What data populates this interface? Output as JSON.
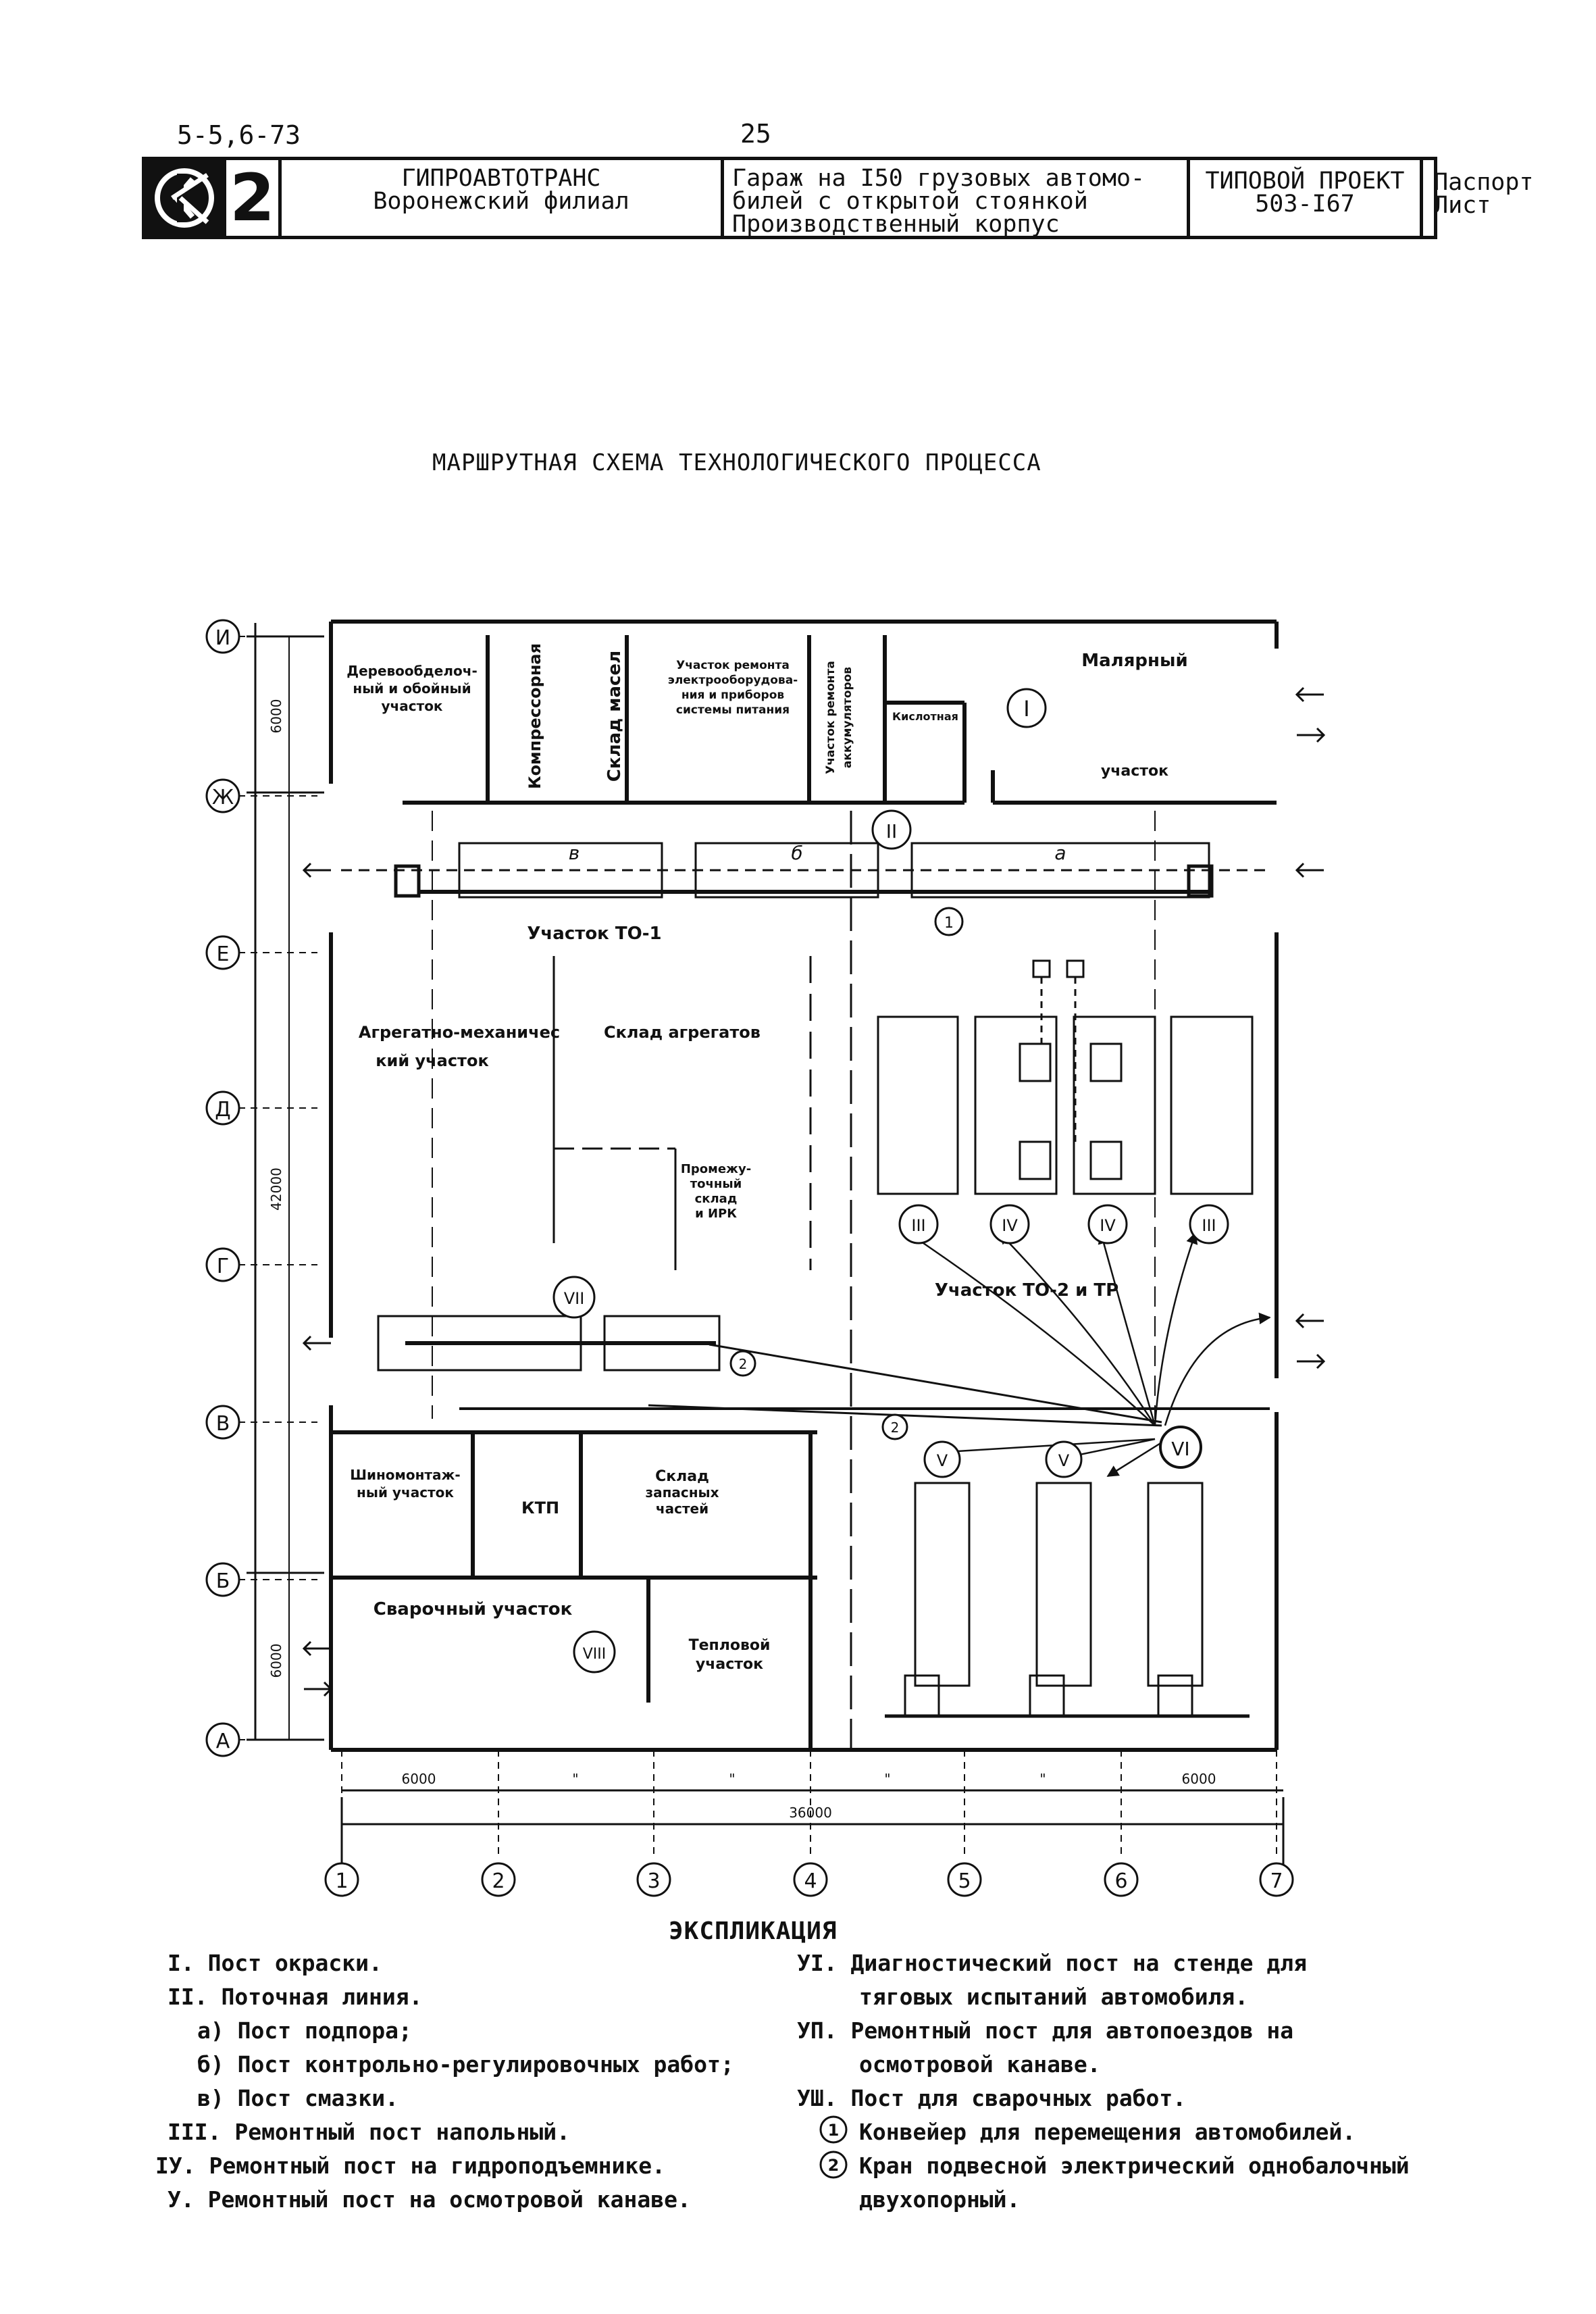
{
  "header": {
    "doc_code": "5-5,6-73",
    "page_number": "25",
    "logo_number": "2",
    "org_line1": "ГИПРОАВТОТРАНС",
    "org_line2": "Воронежский филиал",
    "project_line1": "Гараж на I50 грузовых автомо-",
    "project_line2": "билей с открытой стоянкой",
    "project_line3": "Производственный корпус",
    "type_line1": "ТИПОВОЙ ПРОЕКТ",
    "type_line2": "503-I67",
    "sheet_line1": "Паспорт",
    "sheet_line2": "Лист"
  },
  "diagram": {
    "title": "МАРШРУТНАЯ СХЕМА ТЕХНОЛОГИЧЕСКОГО ПРОЦЕССА",
    "row_axes": [
      "И",
      "Ж",
      "Е",
      "Д",
      "Г",
      "В",
      "Б",
      "А"
    ],
    "col_axes": [
      "1",
      "2",
      "3",
      "4",
      "5",
      "6",
      "7"
    ],
    "dimensions": {
      "top_bay": "6000",
      "bottom_bay": "6000",
      "middle": "42000",
      "first_span": "6000",
      "last_span": "6000",
      "ditto": "\"",
      "total": "36000"
    },
    "rooms": {
      "woodwork_1": "Деревообделоч-",
      "woodwork_2": "ный и обойный",
      "woodwork_3": "участок",
      "compressor": "Компрессорная",
      "oil_store": "Склад масел",
      "elec_1": "Участок ремонта",
      "elec_2": "электрооборудова-",
      "elec_3": "ния и приборов",
      "elec_4": "системы питания",
      "battery_1": "Участок ремонта",
      "battery_2": "аккумуляторов",
      "acid": "Кислотная",
      "paint_1": "Малярный",
      "paint_2": "участок",
      "to1": "Участок ТО-1",
      "agg_mech_1": "Агрегатно-механичес",
      "agg_mech_2": "кий участок",
      "agg_store": "Склад агрегатов",
      "inter_1": "Промежу-",
      "inter_2": "точный",
      "inter_3": "склад",
      "inter_4": "и ИРК",
      "to2": "Участок ТО-2 и ТР",
      "tire_1": "Шиномонтаж-",
      "tire_2": "ный участок",
      "ktp": "КТП",
      "parts_1": "Склад",
      "parts_2": "запасных",
      "parts_3": "частей",
      "welding": "Сварочный участок",
      "thermal_1": "Тепловой",
      "thermal_2": "участок"
    },
    "line_letters": [
      "в",
      "б",
      "а"
    ],
    "posts": {
      "p1": "I",
      "p2": "II",
      "p3": "III",
      "p4": "IV",
      "p5": "V",
      "p6": "VI",
      "p7": "VII",
      "p8": "VIII",
      "c1": "1",
      "c2": "2"
    }
  },
  "explication": {
    "title": "ЭКСПЛИКАЦИЯ",
    "items": [
      "I. Пост окраски.",
      "II. Поточная линия.",
      "а) Пост подпора;",
      "б) Пост контрольно-регулировочных работ;",
      "в) Пост смазки.",
      "III. Ремонтный пост напольный.",
      "IУ. Ремонтный пост на гидроподъемнике.",
      "У. Ремонтный пост на осмотровой канаве.",
      "УI. Диагностический  пост на стенде для",
      "тяговых испытаний автомобиля.",
      "УП. Ремонтный пост для автопоездов на",
      "осмотровой канаве.",
      "УШ. Пост для сварочных работ.",
      "Конвейер для перемещения автомобилей.",
      "Кран подвесной электрический однобалочный",
      "двухопорный."
    ],
    "marker1": "1",
    "marker2": "2"
  }
}
